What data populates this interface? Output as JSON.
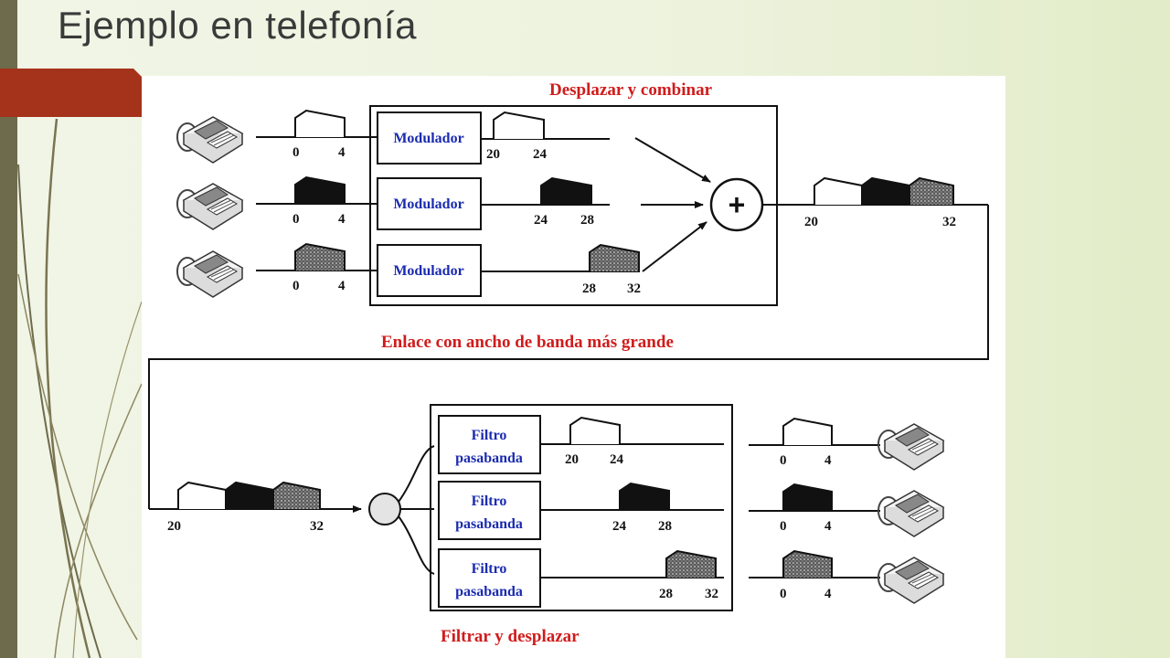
{
  "title": "Ejemplo en telefonía",
  "diagram": {
    "top_label": "Desplazar y combinar",
    "middle_label": "Enlace con ancho de banda más grande",
    "bottom_label": "Filtrar y desplazar",
    "modulator_label": "Modulador",
    "filter_label_line1": "Filtro",
    "filter_label_line2": "pasabanda",
    "sum_symbol": "+",
    "ticks": {
      "in_low": "0",
      "in_high": "4",
      "ch1_low": "20",
      "ch1_high": "24",
      "ch2_low": "24",
      "ch2_high": "28",
      "ch3_low": "28",
      "ch3_high": "32",
      "comb_low": "20",
      "comb_high": "32",
      "out_low": "0",
      "out_high": "4"
    }
  },
  "colors": {
    "accent": "#a5321a",
    "sidebar": "#6e6a4c",
    "diagram_red": "#d01c1c",
    "diagram_blue": "#1a2bb0"
  }
}
